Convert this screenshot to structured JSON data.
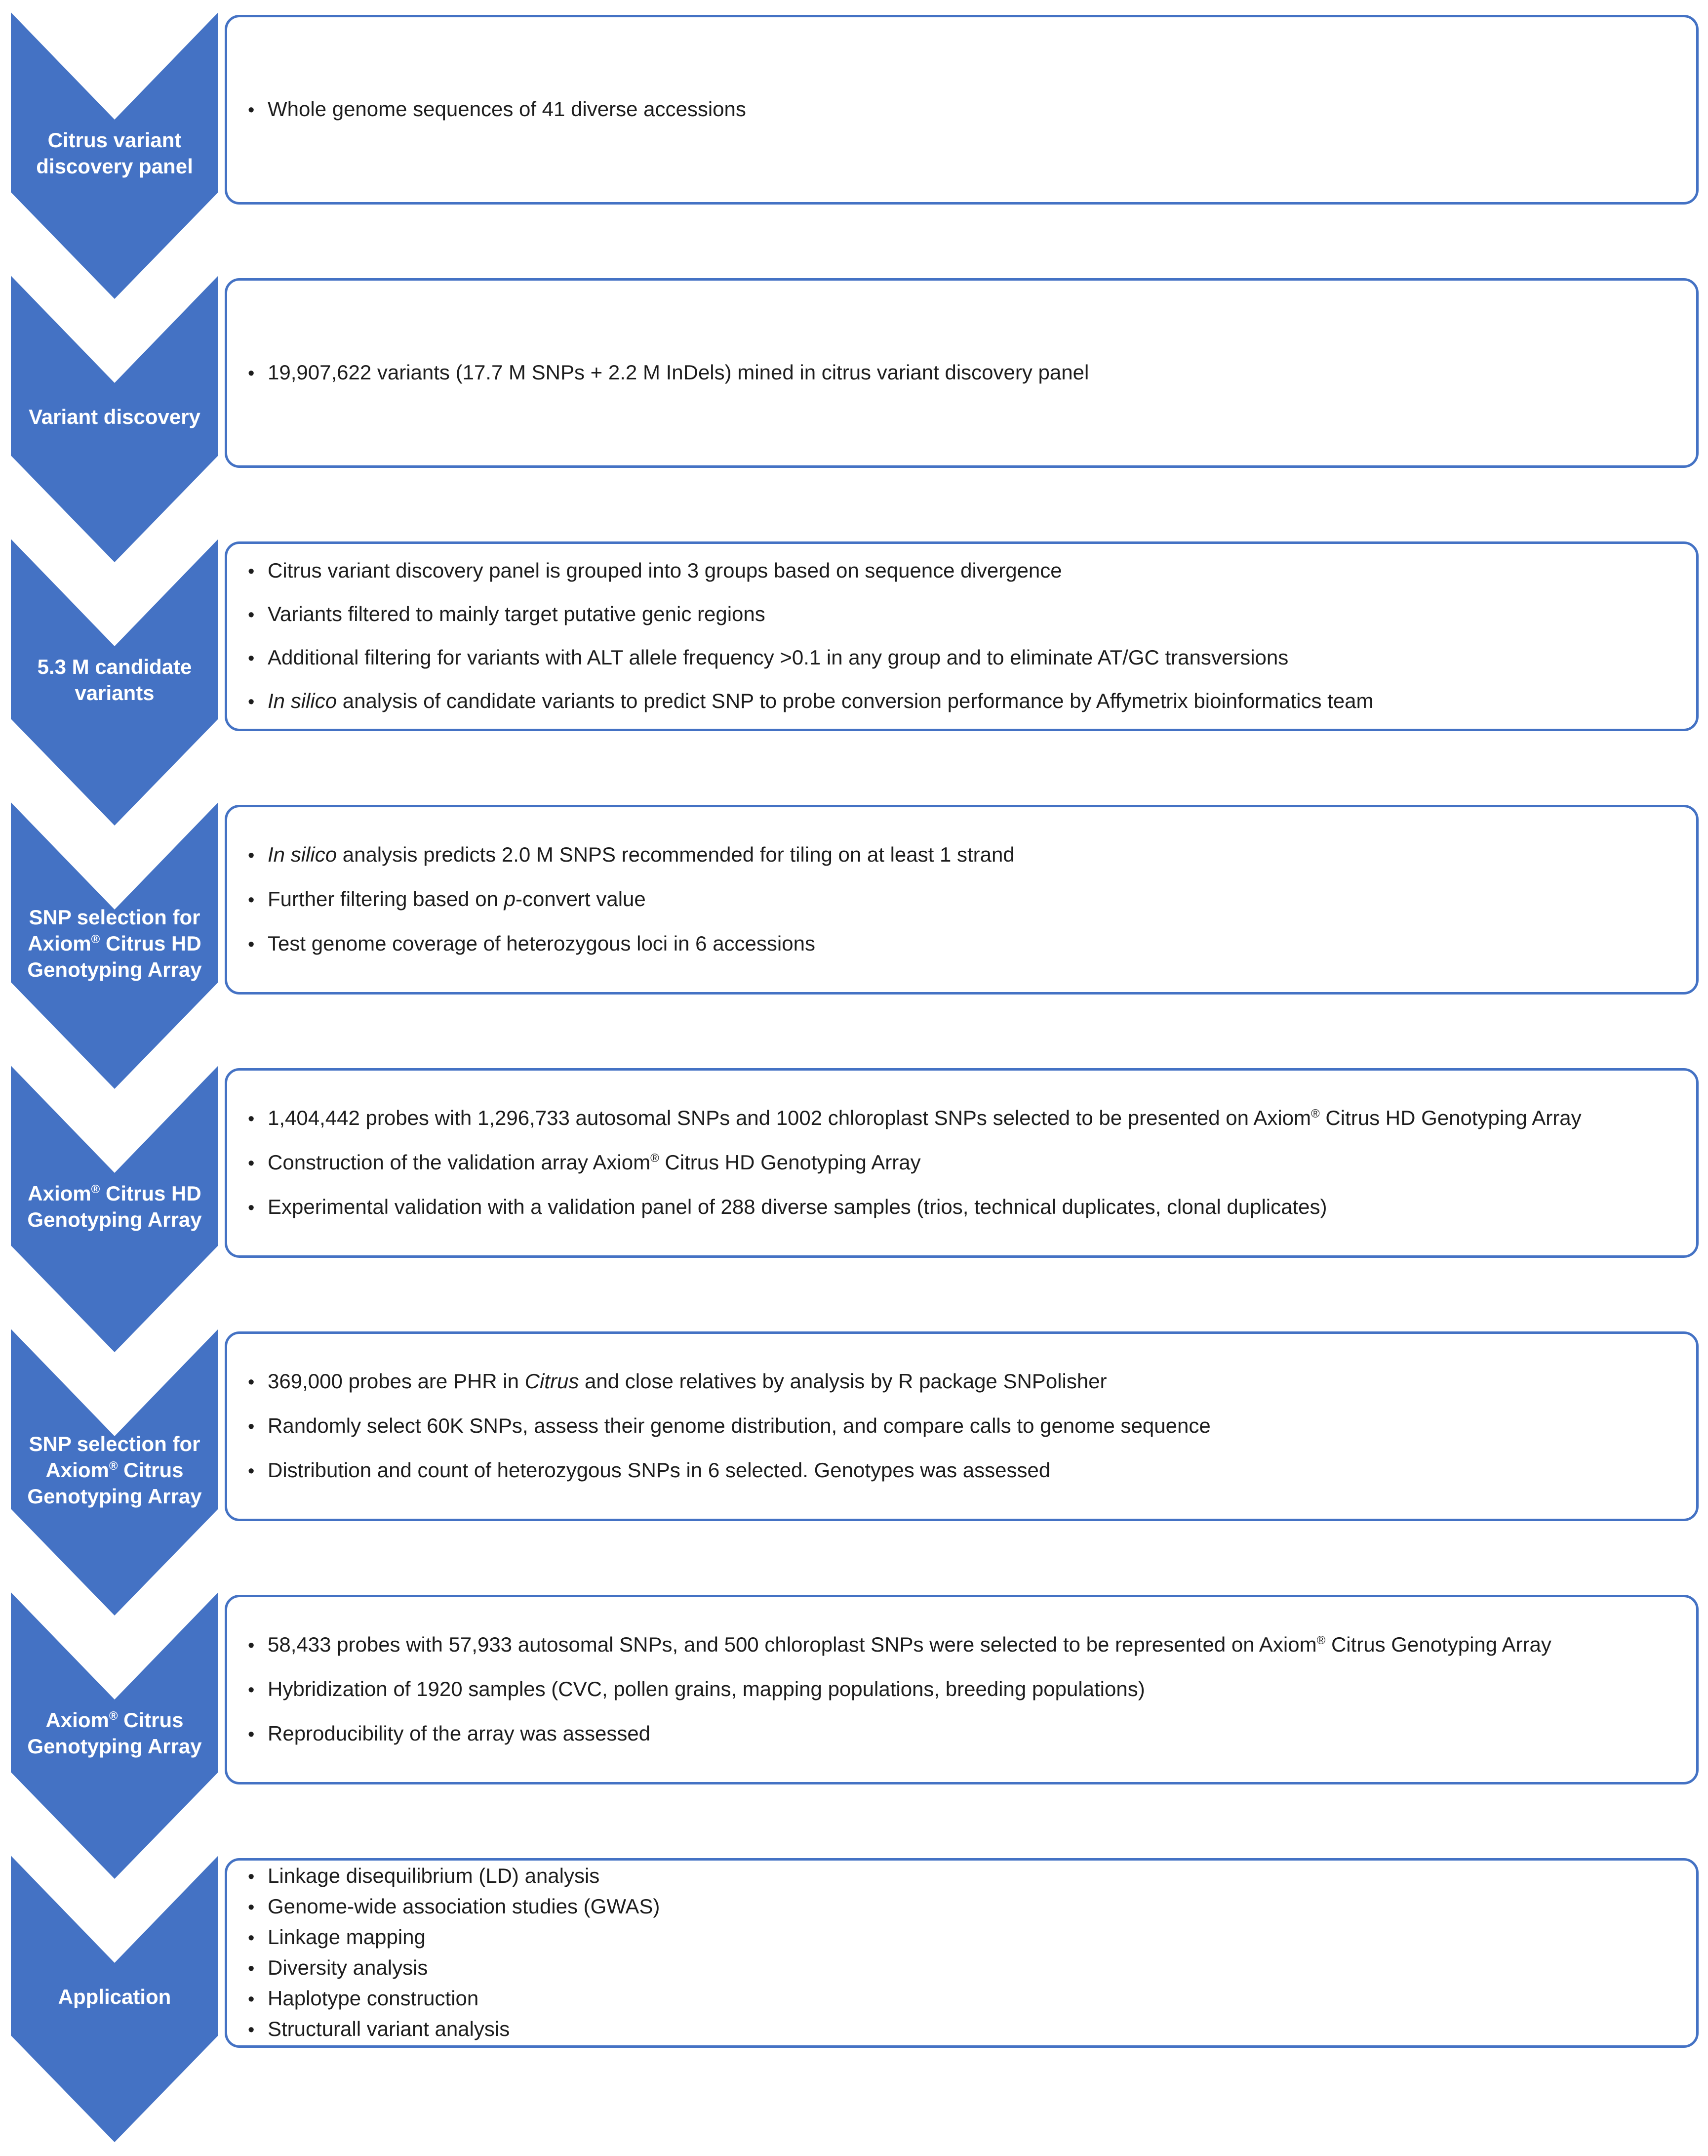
{
  "diagram": {
    "accent_color": "#4472c4",
    "text_color": "#1d1d1d",
    "steps": [
      {
        "label_segments": [
          {
            "t": "Citrus variant discovery panel"
          }
        ],
        "bullets": [
          [
            {
              "t": "Whole genome sequences of 41 diverse accessions"
            }
          ]
        ]
      },
      {
        "label_segments": [
          {
            "t": "Variant discovery"
          }
        ],
        "bullets": [
          [
            {
              "t": "19,907,622 variants (17.7 M SNPs + 2.2 M InDels) mined in citrus variant discovery panel"
            }
          ]
        ]
      },
      {
        "label_segments": [
          {
            "t": "5.3 M candidate variants"
          }
        ],
        "bullets": [
          [
            {
              "t": "Citrus variant discovery panel is grouped into 3 groups based on sequence divergence"
            }
          ],
          [
            {
              "t": "Variants filtered to mainly target putative genic regions"
            }
          ],
          [
            {
              "t": "Additional filtering for variants with ALT allele frequency >0.1 in any group and to eliminate AT/GC transversions"
            }
          ],
          [
            {
              "t": "In silico",
              "i": true
            },
            {
              "t": " analysis of candidate variants to predict SNP to probe conversion performance by Affymetrix bioinformatics team"
            }
          ]
        ]
      },
      {
        "label_segments": [
          {
            "t": "SNP selection for Axiom"
          },
          {
            "t": "®",
            "sup": true
          },
          {
            "t": " Citrus HD Genotyping Array"
          }
        ],
        "bullets": [
          [
            {
              "t": "In silico",
              "i": true
            },
            {
              "t": " analysis predicts 2.0 M SNPS recommended for tiling on at least 1 strand"
            }
          ],
          [
            {
              "t": "Further filtering based on "
            },
            {
              "t": "p",
              "i": true
            },
            {
              "t": "-convert value"
            }
          ],
          [
            {
              "t": "Test genome coverage of heterozygous loci in 6 accessions"
            }
          ]
        ]
      },
      {
        "label_segments": [
          {
            "t": "Axiom"
          },
          {
            "t": "®",
            "sup": true
          },
          {
            "t": " Citrus HD Genotyping Array"
          }
        ],
        "bullets": [
          [
            {
              "t": "1,404,442 probes with 1,296,733 autosomal SNPs and 1002 chloroplast SNPs selected to be presented on Axiom"
            },
            {
              "t": "®",
              "sup": true
            },
            {
              "t": " Citrus HD Genotyping Array"
            }
          ],
          [
            {
              "t": "Construction of the validation array Axiom"
            },
            {
              "t": "®",
              "sup": true
            },
            {
              "t": " Citrus HD Genotyping Array"
            }
          ],
          [
            {
              "t": "Experimental validation with a validation panel of 288 diverse samples (trios, technical duplicates, clonal duplicates)"
            }
          ]
        ]
      },
      {
        "label_segments": [
          {
            "t": "SNP selection for Axiom"
          },
          {
            "t": "®",
            "sup": true
          },
          {
            "t": " Citrus Genotyping Array"
          }
        ],
        "bullets": [
          [
            {
              "t": "369,000 probes are PHR in "
            },
            {
              "t": "Citrus",
              "i": true
            },
            {
              "t": " and close relatives by analysis by R package SNPolisher"
            }
          ],
          [
            {
              "t": "Randomly select 60K SNPs, assess their genome distribution, and compare calls to genome sequence"
            }
          ],
          [
            {
              "t": "Distribution and count of heterozygous SNPs in 6 selected. Genotypes was assessed"
            }
          ]
        ]
      },
      {
        "label_segments": [
          {
            "t": "Axiom"
          },
          {
            "t": "®",
            "sup": true
          },
          {
            "t": " Citrus Genotyping Array"
          }
        ],
        "bullets": [
          [
            {
              "t": "58,433 probes with 57,933 autosomal SNPs, and 500 chloroplast SNPs were selected to be represented on Axiom"
            },
            {
              "t": "®",
              "sup": true
            },
            {
              "t": " Citrus Genotyping Array"
            }
          ],
          [
            {
              "t": "Hybridization of 1920 samples (CVC, pollen grains, mapping populations, breeding populations)"
            }
          ],
          [
            {
              "t": "Reproducibility of the array was assessed"
            }
          ]
        ]
      },
      {
        "label_segments": [
          {
            "t": "Application"
          }
        ],
        "bullets": [
          [
            {
              "t": "Linkage disequilibrium (LD) analysis"
            }
          ],
          [
            {
              "t": "Genome-wide association studies (GWAS)"
            }
          ],
          [
            {
              "t": "Linkage mapping"
            }
          ],
          [
            {
              "t": "Diversity analysis"
            }
          ],
          [
            {
              "t": "Haplotype construction"
            }
          ],
          [
            {
              "t": "Structurall variant analysis"
            }
          ]
        ]
      }
    ]
  }
}
